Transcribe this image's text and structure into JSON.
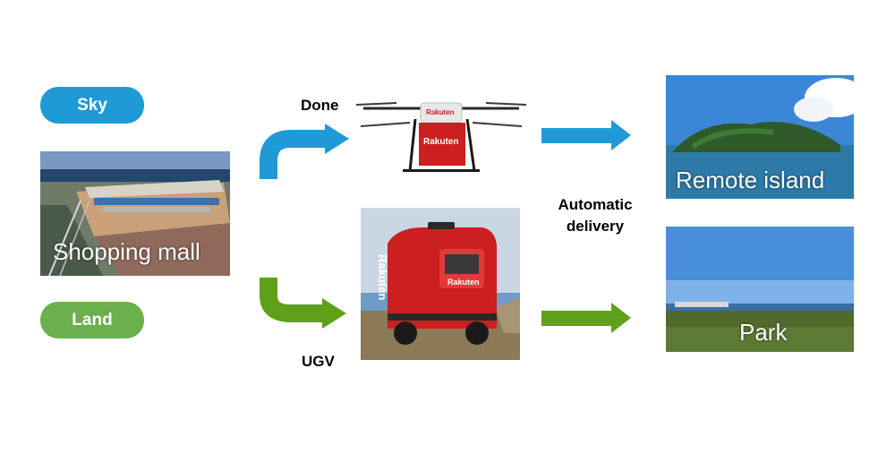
{
  "labels": {
    "sky": "Sky",
    "land": "Land",
    "drone": "Done",
    "ugv": "UGV",
    "automatic_delivery_line1": "Automatic",
    "automatic_delivery_line2": "delivery"
  },
  "places": {
    "origin": "Shopping mall",
    "destination_sky": "Remote island",
    "destination_land": "Park"
  },
  "branding": {
    "drone_logo": "Rakuten",
    "ugv_logo": "Rakuten"
  },
  "colors": {
    "sky_blue": "#1f9ad6",
    "land_green": "#6ab04c",
    "rakuten_red": "#cc1f1f"
  }
}
